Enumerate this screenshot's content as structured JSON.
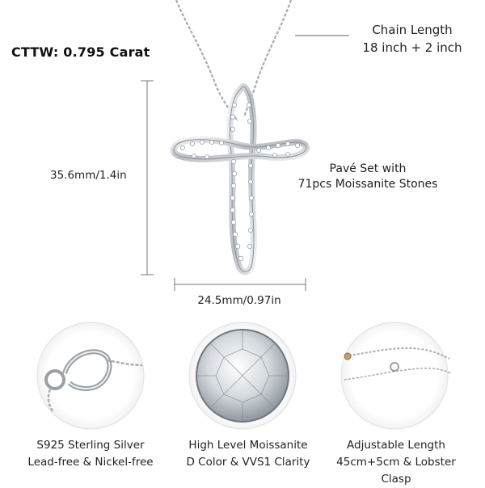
{
  "specs": {
    "cttw": "CTTW: 0.795 Carat",
    "chain_length": {
      "line1": "Chain Length",
      "line2": "18 inch + 2 inch"
    },
    "stones": {
      "line1": "Pavé Set with",
      "line2": "71pcs Moissanite Stones"
    },
    "height": "35.6mm/1.4in",
    "width": "24.5mm/0.97in"
  },
  "features": [
    {
      "line1": "S925 Sterling Silver",
      "line2": "Lead-free & Nickel-free"
    },
    {
      "line1": "High Level Moissanite",
      "line2": "D Color & VVS1 Clarity"
    },
    {
      "line1": "Adjustable Length",
      "line2": "45cm+5cm & Lobster Clasp"
    }
  ],
  "colors": {
    "silver": "#c9ccd1",
    "outline": "#8c9097",
    "text": "#222222"
  }
}
